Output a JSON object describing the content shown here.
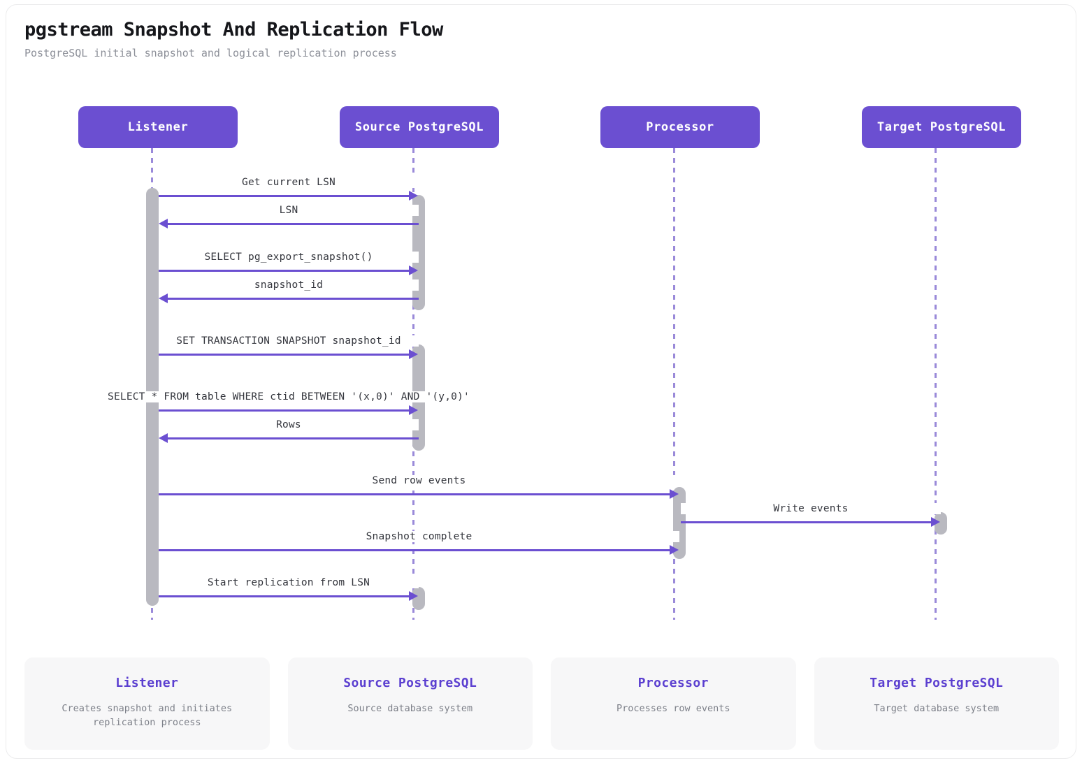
{
  "header": {
    "title": "pgstream Snapshot And Replication Flow",
    "subtitle": "PostgreSQL initial snapshot and logical replication process"
  },
  "colors": {
    "participant_fill": "#6b4fd1",
    "participant_text": "#ffffff",
    "arrow": "#6b4fd1",
    "lifeline": "#9a8ad9",
    "activation": "#b9b9c0",
    "legend_bg": "#f7f7f8",
    "legend_title": "#5b3fd0",
    "message_text": "#34363d",
    "title_text": "#15161a",
    "subtitle_text": "#8c8f98"
  },
  "participants": [
    {
      "id": "listener",
      "label": "Listener"
    },
    {
      "id": "source",
      "label": "Source PostgreSQL"
    },
    {
      "id": "processor",
      "label": "Processor"
    },
    {
      "id": "target",
      "label": "Target PostgreSQL"
    }
  ],
  "messages": [
    {
      "label": "Get current LSN",
      "from": "listener",
      "to": "source",
      "direction": "right"
    },
    {
      "label": "LSN",
      "from": "source",
      "to": "listener",
      "direction": "left"
    },
    {
      "label": "SELECT pg_export_snapshot()",
      "from": "listener",
      "to": "source",
      "direction": "right"
    },
    {
      "label": "snapshot_id",
      "from": "source",
      "to": "listener",
      "direction": "left"
    },
    {
      "label": "SET TRANSACTION SNAPSHOT snapshot_id",
      "from": "listener",
      "to": "source",
      "direction": "right"
    },
    {
      "label": "SELECT * FROM table WHERE ctid BETWEEN '(x,0)' AND '(y,0)'",
      "from": "listener",
      "to": "source",
      "direction": "right"
    },
    {
      "label": "Rows",
      "from": "source",
      "to": "listener",
      "direction": "left"
    },
    {
      "label": "Send row events",
      "from": "listener",
      "to": "processor",
      "direction": "right"
    },
    {
      "label": "Write events",
      "from": "processor",
      "to": "target",
      "direction": "right"
    },
    {
      "label": "Snapshot complete",
      "from": "listener",
      "to": "processor",
      "direction": "right"
    },
    {
      "label": "Start replication from LSN",
      "from": "listener",
      "to": "source",
      "direction": "right"
    }
  ],
  "legend": [
    {
      "title": "Listener",
      "desc": "Creates snapshot and initiates replication process"
    },
    {
      "title": "Source PostgreSQL",
      "desc": "Source database system"
    },
    {
      "title": "Processor",
      "desc": "Processes row events"
    },
    {
      "title": "Target PostgreSQL",
      "desc": "Target database system"
    }
  ]
}
